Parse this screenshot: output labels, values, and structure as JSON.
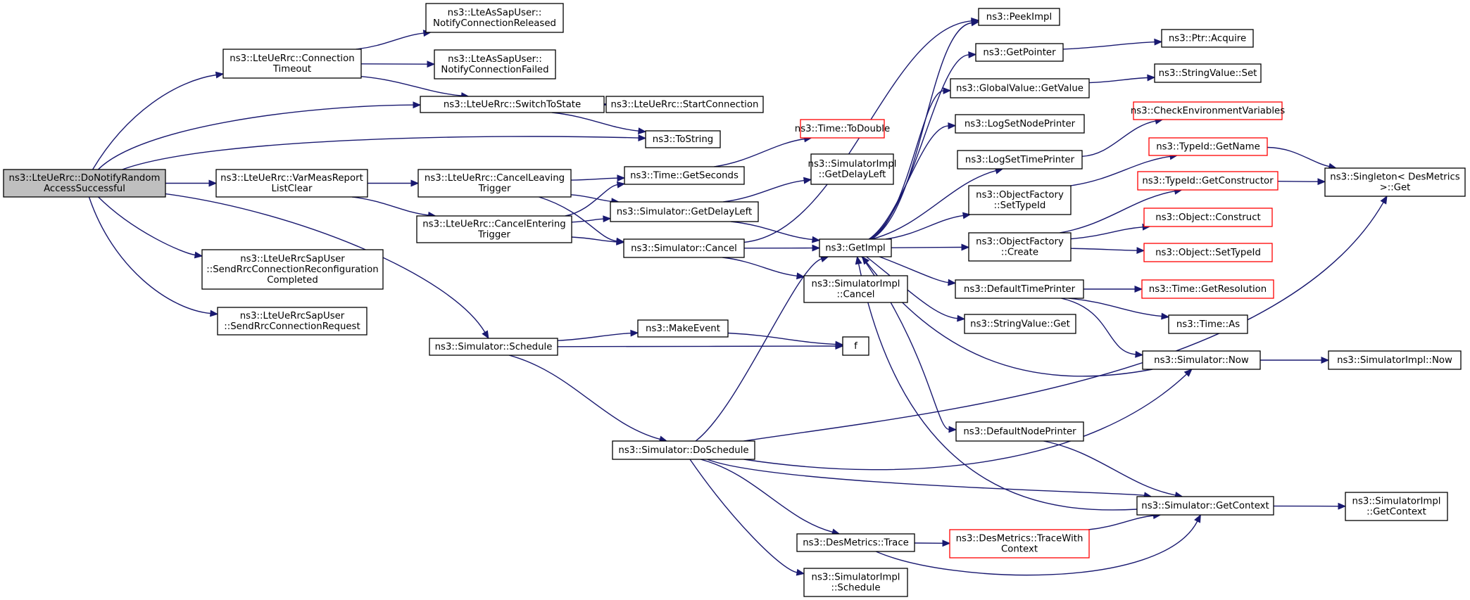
{
  "nodes": [
    {
      "id": "root",
      "lines": [
        "ns3::LteUeRrc::DoNotifyRandom",
        "AccessSuccessful"
      ],
      "style": "root"
    },
    {
      "id": "conn_timeout",
      "lines": [
        "ns3::LteUeRrc::Connection",
        "Timeout"
      ],
      "style": "normal"
    },
    {
      "id": "notify_released",
      "lines": [
        "ns3::LteAsSapUser::",
        "NotifyConnectionReleased"
      ],
      "style": "normal"
    },
    {
      "id": "notify_failed",
      "lines": [
        "ns3::LteAsSapUser::",
        "NotifyConnectionFailed"
      ],
      "style": "normal"
    },
    {
      "id": "switch_state",
      "lines": [
        "ns3::LteUeRrc::SwitchToState"
      ],
      "style": "normal"
    },
    {
      "id": "start_conn",
      "lines": [
        "ns3::LteUeRrc::StartConnection"
      ],
      "style": "normal"
    },
    {
      "id": "tostring",
      "lines": [
        "ns3::ToString"
      ],
      "style": "normal"
    },
    {
      "id": "varmeas",
      "lines": [
        "ns3::LteUeRrc::VarMeasReport",
        "ListClear"
      ],
      "style": "normal"
    },
    {
      "id": "cancel_leaving",
      "lines": [
        "ns3::LteUeRrc::CancelLeaving",
        "Trigger"
      ],
      "style": "normal"
    },
    {
      "id": "cancel_entering",
      "lines": [
        "ns3::LteUeRrc::CancelEntering",
        "Trigger"
      ],
      "style": "normal"
    },
    {
      "id": "send_reconf",
      "lines": [
        "ns3::LteUeRrcSapUser",
        "::SendRrcConnectionReconfiguration",
        "Completed"
      ],
      "style": "normal"
    },
    {
      "id": "send_req",
      "lines": [
        "ns3::LteUeRrcSapUser",
        "::SendRrcConnectionRequest"
      ],
      "style": "normal"
    },
    {
      "id": "sched",
      "lines": [
        "ns3::Simulator::Schedule"
      ],
      "style": "normal"
    },
    {
      "id": "todouble",
      "lines": [
        "ns3::Time::ToDouble"
      ],
      "style": "red"
    },
    {
      "id": "getseconds",
      "lines": [
        "ns3::Time::GetSeconds"
      ],
      "style": "normal"
    },
    {
      "id": "sim_getdelay",
      "lines": [
        "ns3::Simulator::GetDelayLeft"
      ],
      "style": "normal"
    },
    {
      "id": "sim_cancel",
      "lines": [
        "ns3::Simulator::Cancel"
      ],
      "style": "normal"
    },
    {
      "id": "makeevent",
      "lines": [
        "ns3::MakeEvent"
      ],
      "style": "normal"
    },
    {
      "id": "f",
      "lines": [
        "f"
      ],
      "style": "normal"
    },
    {
      "id": "doschedule",
      "lines": [
        "ns3::Simulator::DoSchedule"
      ],
      "style": "normal"
    },
    {
      "id": "impl_getdelay",
      "lines": [
        "ns3::SimulatorImpl",
        "::GetDelayLeft"
      ],
      "style": "normal"
    },
    {
      "id": "getimpl",
      "lines": [
        "ns3::GetImpl"
      ],
      "style": "normal"
    },
    {
      "id": "impl_cancel",
      "lines": [
        "ns3::SimulatorImpl",
        "::Cancel"
      ],
      "style": "normal"
    },
    {
      "id": "des_trace",
      "lines": [
        "ns3::DesMetrics::Trace"
      ],
      "style": "normal"
    },
    {
      "id": "impl_schedule",
      "lines": [
        "ns3::SimulatorImpl",
        "::Schedule"
      ],
      "style": "normal"
    },
    {
      "id": "peekimpl",
      "lines": [
        "ns3::PeekImpl"
      ],
      "style": "normal"
    },
    {
      "id": "getpointer",
      "lines": [
        "ns3::GetPointer"
      ],
      "style": "normal"
    },
    {
      "id": "globalvalue",
      "lines": [
        "ns3::GlobalValue::GetValue"
      ],
      "style": "normal"
    },
    {
      "id": "lognode",
      "lines": [
        "ns3::LogSetNodePrinter"
      ],
      "style": "normal"
    },
    {
      "id": "logtime",
      "lines": [
        "ns3::LogSetTimePrinter"
      ],
      "style": "normal"
    },
    {
      "id": "of_settypeid",
      "lines": [
        "ns3::ObjectFactory",
        "::SetTypeId"
      ],
      "style": "normal"
    },
    {
      "id": "of_create",
      "lines": [
        "ns3::ObjectFactory",
        "::Create"
      ],
      "style": "normal"
    },
    {
      "id": "deftime",
      "lines": [
        "ns3::DefaultTimePrinter"
      ],
      "style": "normal"
    },
    {
      "id": "sv_get",
      "lines": [
        "ns3::StringValue::Get"
      ],
      "style": "normal"
    },
    {
      "id": "defnode",
      "lines": [
        "ns3::DefaultNodePrinter"
      ],
      "style": "normal"
    },
    {
      "id": "tracewith",
      "lines": [
        "ns3::DesMetrics::TraceWith",
        "Context"
      ],
      "style": "red"
    },
    {
      "id": "ptr_acquire",
      "lines": [
        "ns3::Ptr::Acquire"
      ],
      "style": "normal"
    },
    {
      "id": "sv_set",
      "lines": [
        "ns3::StringValue::Set"
      ],
      "style": "normal"
    },
    {
      "id": "checkenv",
      "lines": [
        "ns3::CheckEnvironmentVariables"
      ],
      "style": "red"
    },
    {
      "id": "tid_name",
      "lines": [
        "ns3::TypeId::GetName"
      ],
      "style": "red"
    },
    {
      "id": "tid_ctor",
      "lines": [
        "ns3::TypeId::GetConstructor"
      ],
      "style": "red"
    },
    {
      "id": "obj_construct",
      "lines": [
        "ns3::Object::Construct"
      ],
      "style": "red"
    },
    {
      "id": "obj_settypeid",
      "lines": [
        "ns3::Object::SetTypeId"
      ],
      "style": "red"
    },
    {
      "id": "getres",
      "lines": [
        "ns3::Time::GetResolution"
      ],
      "style": "red"
    },
    {
      "id": "time_as",
      "lines": [
        "ns3::Time::As"
      ],
      "style": "normal"
    },
    {
      "id": "sim_now",
      "lines": [
        "ns3::Simulator::Now"
      ],
      "style": "normal"
    },
    {
      "id": "sim_getctx",
      "lines": [
        "ns3::Simulator::GetContext"
      ],
      "style": "normal"
    },
    {
      "id": "singleton",
      "lines": [
        "ns3::Singleton< DesMetrics",
        " >::Get"
      ],
      "style": "normal"
    },
    {
      "id": "impl_now",
      "lines": [
        "ns3::SimulatorImpl::Now"
      ],
      "style": "normal"
    },
    {
      "id": "impl_getctx",
      "lines": [
        "ns3::SimulatorImpl",
        "::GetContext"
      ],
      "style": "normal"
    }
  ],
  "edges": [
    [
      "root",
      "conn_timeout"
    ],
    [
      "root",
      "switch_state"
    ],
    [
      "root",
      "tostring"
    ],
    [
      "root",
      "varmeas"
    ],
    [
      "root",
      "send_reconf"
    ],
    [
      "root",
      "send_req"
    ],
    [
      "root",
      "sched"
    ],
    [
      "conn_timeout",
      "notify_released"
    ],
    [
      "conn_timeout",
      "notify_failed"
    ],
    [
      "conn_timeout",
      "switch_state"
    ],
    [
      "switch_state",
      "start_conn"
    ],
    [
      "start_conn",
      "switch_state"
    ],
    [
      "switch_state",
      "tostring"
    ],
    [
      "varmeas",
      "cancel_leaving"
    ],
    [
      "varmeas",
      "cancel_entering"
    ],
    [
      "cancel_leaving",
      "getseconds"
    ],
    [
      "cancel_leaving",
      "sim_getdelay"
    ],
    [
      "cancel_leaving",
      "sim_cancel"
    ],
    [
      "cancel_entering",
      "getseconds"
    ],
    [
      "cancel_entering",
      "sim_getdelay"
    ],
    [
      "cancel_entering",
      "sim_cancel"
    ],
    [
      "getseconds",
      "todouble"
    ],
    [
      "sim_getdelay",
      "impl_getdelay"
    ],
    [
      "sim_getdelay",
      "getimpl"
    ],
    [
      "sim_cancel",
      "getimpl"
    ],
    [
      "sim_cancel",
      "impl_cancel"
    ],
    [
      "sim_cancel",
      "peekimpl"
    ],
    [
      "sched",
      "makeevent"
    ],
    [
      "sched",
      "f"
    ],
    [
      "sched",
      "doschedule"
    ],
    [
      "makeevent",
      "f"
    ],
    [
      "doschedule",
      "getimpl"
    ],
    [
      "doschedule",
      "singleton"
    ],
    [
      "doschedule",
      "sim_now"
    ],
    [
      "doschedule",
      "des_trace"
    ],
    [
      "doschedule",
      "impl_schedule"
    ],
    [
      "doschedule",
      "sim_getctx"
    ],
    [
      "getimpl",
      "peekimpl"
    ],
    [
      "getimpl",
      "getpointer"
    ],
    [
      "getimpl",
      "globalvalue"
    ],
    [
      "getimpl",
      "lognode"
    ],
    [
      "getimpl",
      "logtime"
    ],
    [
      "getimpl",
      "of_settypeid"
    ],
    [
      "getimpl",
      "of_create"
    ],
    [
      "getimpl",
      "deftime"
    ],
    [
      "getimpl",
      "sv_get"
    ],
    [
      "getimpl",
      "defnode"
    ],
    [
      "getpointer",
      "ptr_acquire"
    ],
    [
      "globalvalue",
      "sv_set"
    ],
    [
      "logtime",
      "checkenv"
    ],
    [
      "of_settypeid",
      "tid_name"
    ],
    [
      "of_create",
      "tid_ctor"
    ],
    [
      "of_create",
      "obj_construct"
    ],
    [
      "of_create",
      "obj_settypeid"
    ],
    [
      "tid_name",
      "singleton"
    ],
    [
      "tid_ctor",
      "singleton"
    ],
    [
      "deftime",
      "getres"
    ],
    [
      "deftime",
      "time_as"
    ],
    [
      "deftime",
      "sim_now"
    ],
    [
      "defnode",
      "sim_getctx"
    ],
    [
      "sim_now",
      "impl_now"
    ],
    [
      "sim_now",
      "getimpl"
    ],
    [
      "sim_getctx",
      "impl_getctx"
    ],
    [
      "sim_getctx",
      "getimpl"
    ],
    [
      "des_trace",
      "tracewith"
    ],
    [
      "des_trace",
      "sim_getctx"
    ],
    [
      "tracewith",
      "sim_getctx"
    ]
  ]
}
